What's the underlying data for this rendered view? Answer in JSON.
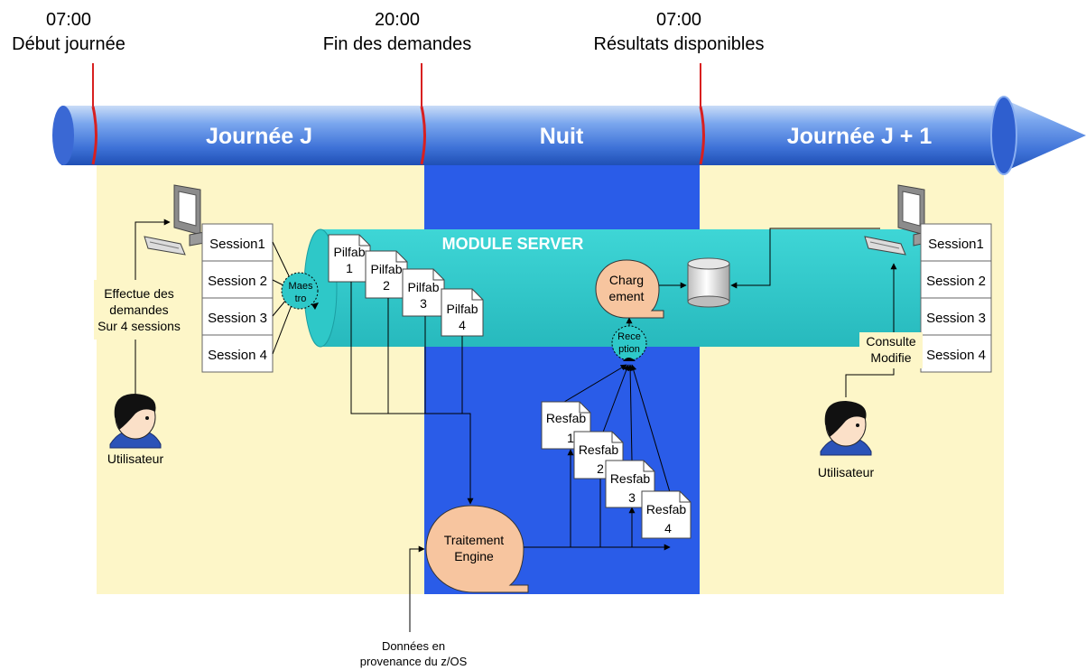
{
  "timeline": {
    "markers": [
      {
        "time": "07:00",
        "label": "Début journée"
      },
      {
        "time": "20:00",
        "label": "Fin des demandes"
      },
      {
        "time": "07:00",
        "label": "Résultats disponibles"
      }
    ],
    "periods": [
      "Journée J",
      "Nuit",
      "Journée J + 1"
    ]
  },
  "module_server": {
    "title": "MODULE SERVER",
    "maestro": [
      "Maes",
      "tro"
    ],
    "chargement": [
      "Charg",
      "ement"
    ],
    "reception": [
      "Rece",
      "ption"
    ]
  },
  "left": {
    "sessions": [
      "Session1",
      "Session 2",
      "Session 3",
      "Session 4"
    ],
    "action": [
      "Effectue des",
      "demandes",
      "Sur 4 sessions"
    ],
    "user": "Utilisateur"
  },
  "right": {
    "sessions": [
      "Session1",
      "Session 2",
      "Session 3",
      "Session 4"
    ],
    "action": [
      "Consulte",
      "Modifie"
    ],
    "user": "Utilisateur"
  },
  "pilfab": [
    {
      "name": "Pilfab",
      "num": "1"
    },
    {
      "name": "Pilfab",
      "num": "2"
    },
    {
      "name": "Pilfab",
      "num": "3"
    },
    {
      "name": "Pilfab",
      "num": "4"
    }
  ],
  "resfab": [
    {
      "name": "Resfab",
      "num": "1"
    },
    {
      "name": "Resfab",
      "num": "2"
    },
    {
      "name": "Resfab",
      "num": "3"
    },
    {
      "name": "Resfab",
      "num": "4"
    }
  ],
  "engine": [
    "Traitement",
    "Engine"
  ],
  "source": [
    "Données en",
    "provenance du z/OS"
  ],
  "colors": {
    "day_zone": "#fdf6c8",
    "night_zone": "#2a5ce8",
    "module": "#2ec8c8",
    "process": "#f7c59f",
    "timeline": "#5d8ee6",
    "marker": "#d82020"
  }
}
